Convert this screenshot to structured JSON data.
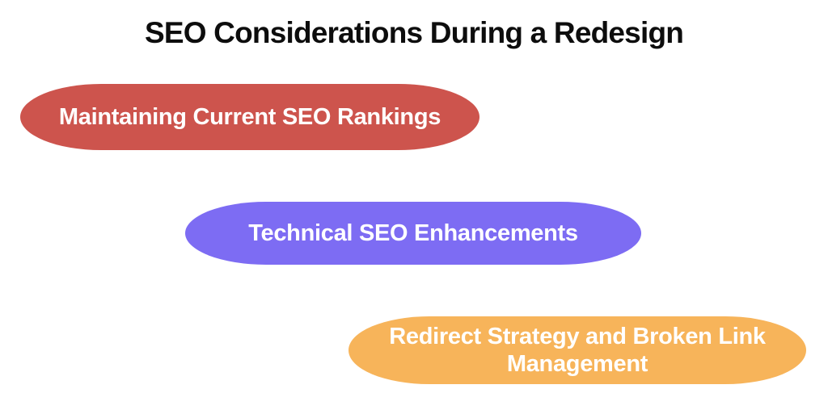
{
  "title": "SEO Considerations During a Redesign",
  "items": [
    {
      "label": "Maintaining Current SEO Rankings",
      "color": "#cd544d"
    },
    {
      "label": "Technical SEO Enhancements",
      "color": "#7d6cf3"
    },
    {
      "label": "Redirect Strategy and Broken Link Management",
      "color": "#f7b45a"
    }
  ],
  "colors": {
    "background": "#ffffff",
    "title_text": "#0d0d0d",
    "pill_text": "#ffffff",
    "pill_red": "#cd544d",
    "pill_purple": "#7d6cf3",
    "pill_orange": "#f7b45a"
  }
}
